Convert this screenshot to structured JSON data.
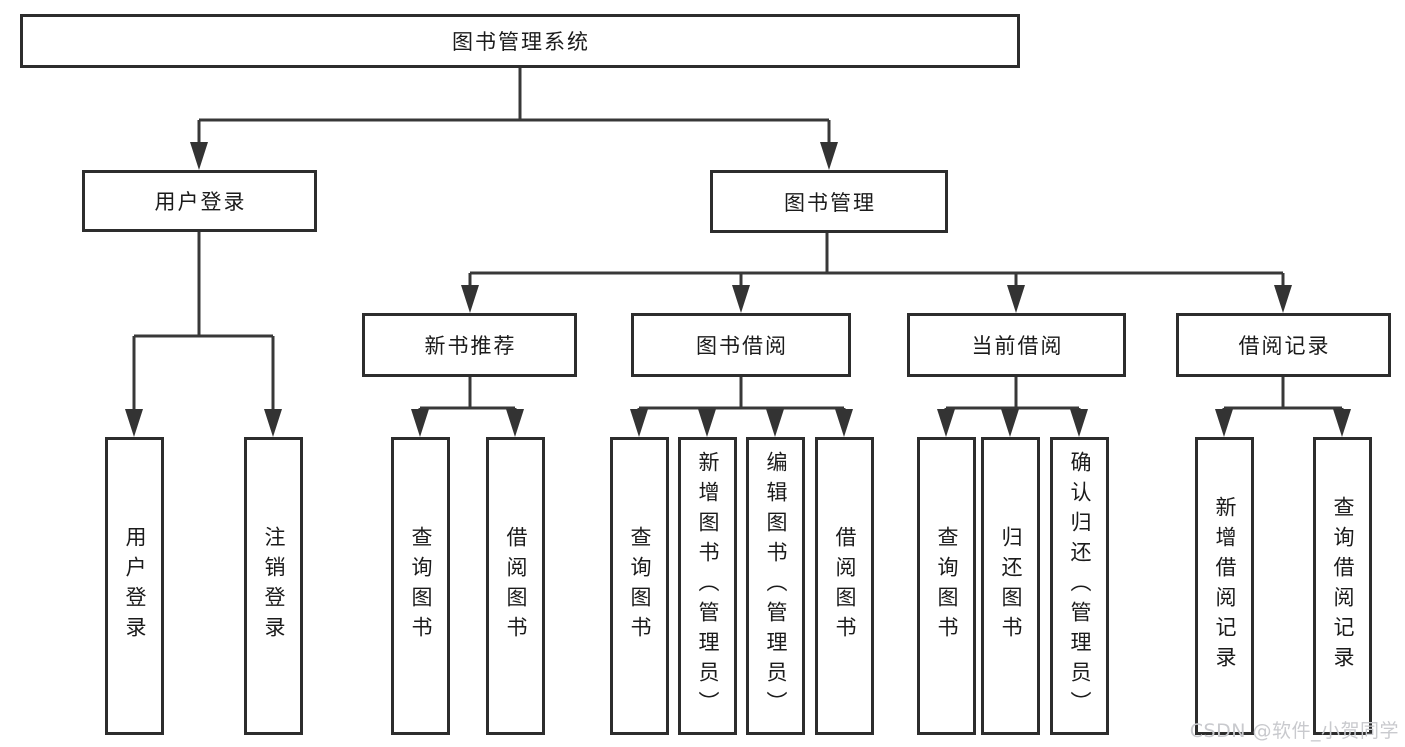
{
  "tree": {
    "label": "图书管理系统",
    "children": [
      {
        "label": "用户登录",
        "children": [
          {
            "label": "用户登录"
          },
          {
            "label": "注销登录"
          }
        ]
      },
      {
        "label": "图书管理",
        "children": [
          {
            "label": "新书推荐",
            "children": [
              {
                "label": "查询图书"
              },
              {
                "label": "借阅图书"
              }
            ]
          },
          {
            "label": "图书借阅",
            "children": [
              {
                "label": "查询图书"
              },
              {
                "label": "新增图书（管理员）"
              },
              {
                "label": "编辑图书（管理员）"
              },
              {
                "label": "借阅图书"
              }
            ]
          },
          {
            "label": "当前借阅",
            "children": [
              {
                "label": "查询图书"
              },
              {
                "label": "归还图书"
              },
              {
                "label": "确认归还（管理员）"
              }
            ]
          },
          {
            "label": "借阅记录",
            "children": [
              {
                "label": "新增借阅记录"
              },
              {
                "label": "查询借阅记录"
              }
            ]
          }
        ]
      }
    ]
  },
  "watermark": {
    "text": "CSDN @软件_小贺同学"
  },
  "colors": {
    "line": "#383838",
    "box_border": "#2d2d2d",
    "text": "#1b1b1b",
    "watermark": "#c9cace",
    "background": "#ffffff"
  }
}
